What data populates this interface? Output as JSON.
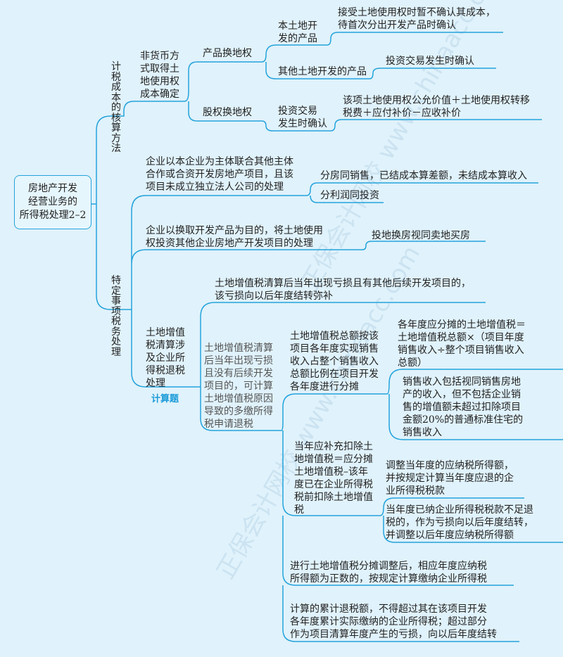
{
  "colors": {
    "line": "#23a3dc",
    "background": "#e0f2fb",
    "tag": "#1a9bd8"
  },
  "watermark": "正保会计网校 www.chinaacc.com",
  "root": "房地产开发\n经营业务的\n所得税处理2–2",
  "branch1": {
    "title": "计税成本的核算方法",
    "node": "非货币方\n式取得土\n地使用权\n成本确定",
    "product_swap": {
      "label": "产品换地权",
      "own_land": {
        "label": "本土地开\n发的产品",
        "rule": "接受土地使用权时暂不确认其成本，\n待首次分出开发产品时确认"
      },
      "other_land": {
        "label": "其他土地开发的产品",
        "rule": "投资交易发生时确认"
      }
    },
    "equity_swap": {
      "label": "股权换地权",
      "timing": "投资交易\n发生时确认",
      "rule": "该项土地使用权公允价值＋土地使用权转移\n税费＋应付补价－应收补价"
    }
  },
  "branch2": {
    "title": "特定事项税务处理",
    "joint": {
      "label": "企业以本企业为主体联合其他主体\n合作或合资开发房地产项目，且该\n项目未成立独立法人公司的处理",
      "items": [
        "分房同销售，已结成本算差额，未结成本算收入",
        "分利润同投资"
      ]
    },
    "land_invest": {
      "label": "企业以换取开发产品为目的，将土地使用\n权投资其他企业房地产开发项目的处理",
      "rule": "投地换房视同卖地买房"
    },
    "lat": {
      "label": "土地增值\n税清算涉\n及企业所\n得税退税\n处理",
      "tag": "计算题",
      "with_future": "土地增值税清算后当年出现亏损且有其他后续开发项目的，\n该亏损向以后年度结转弥补",
      "no_future": "土地增值税清算\n后当年出现亏损\n且没有后续开发\n项目的，可计算\n土地增值税原因\n导致的多缴所得\n税申请退税",
      "allocate": {
        "label": "土地增值税总额按该\n项目各年度实现销售\n收入占整个销售收入\n总额比例在项目开发\n各年度进行分摊",
        "formula": "各年度应分摊的土地增值税＝\n土地增值税总额×（项目年度\n销售收入÷整个项目销售收入\n总额）",
        "note": "销售收入包括视同销售房地\n产的收入，但不包括企业销\n售的增值额未超过扣除项目\n金额20%的普通标准住宅的\n销售收入"
      },
      "supplement": {
        "label": "当年应补充扣除土\n地增值税＝应分摊\n土地增值税–该年\n度已在企业所得税\n税前扣除土地增值\n税",
        "adjust": "调整当年度的应纳税所得额，\n并按规定计算当年度应退的企\n业所得税税款",
        "shortfall": "当年度已纳企业所得税税款不足退\n税的，作为亏损向以后年度结转，\n并调整以后年度应纳税所得额"
      },
      "positive": "进行土地增值税分摊调整后，相应年度应纳税\n所得额为正数的，按规定计算缴纳企业所得税",
      "cap": "计算的累计退税额，不得超过其在该项目开发\n各年度累计实际缴纳的企业所得税；超过部分\n作为项目清算年度产生的亏损，向以后年度结转"
    }
  }
}
